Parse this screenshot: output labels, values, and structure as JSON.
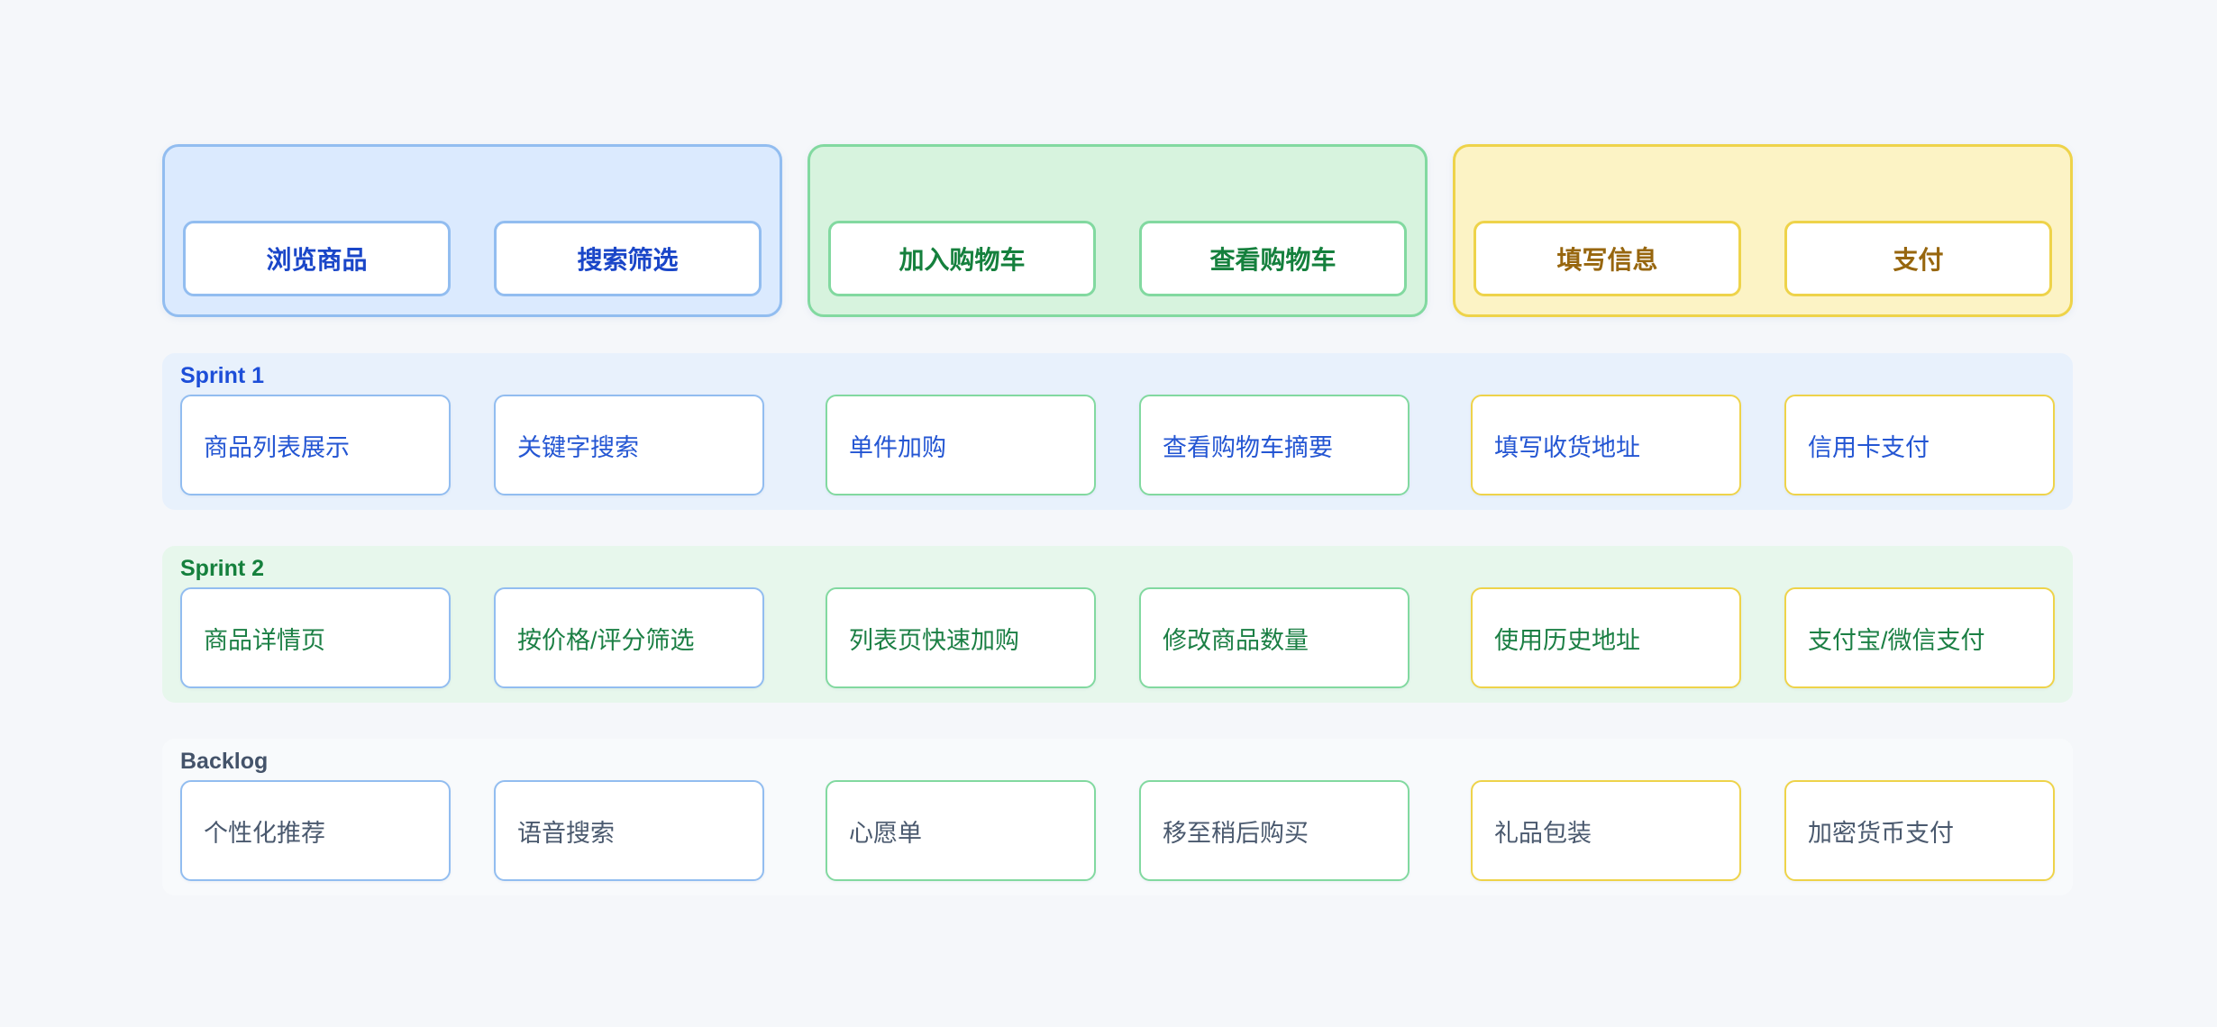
{
  "activities": [
    {
      "theme": "blue",
      "steps": [
        {
          "label": "浏览商品"
        },
        {
          "label": "搜索筛选"
        }
      ]
    },
    {
      "theme": "green",
      "steps": [
        {
          "label": "加入购物车"
        },
        {
          "label": "查看购物车"
        }
      ]
    },
    {
      "theme": "yellow",
      "steps": [
        {
          "label": "填写信息"
        },
        {
          "label": "支付"
        }
      ]
    }
  ],
  "rows": [
    {
      "label": "Sprint 1",
      "theme": "blue",
      "cards": [
        {
          "text": "商品列表展示",
          "column": "blue"
        },
        {
          "text": "关键字搜索",
          "column": "blue"
        },
        {
          "text": "单件加购",
          "column": "green"
        },
        {
          "text": "查看购物车摘要",
          "column": "green"
        },
        {
          "text": "填写收货地址",
          "column": "yellow"
        },
        {
          "text": "信用卡支付",
          "column": "yellow"
        }
      ]
    },
    {
      "label": "Sprint 2",
      "theme": "green",
      "cards": [
        {
          "text": "商品详情页",
          "column": "blue"
        },
        {
          "text": "按价格/评分筛选",
          "column": "blue"
        },
        {
          "text": "列表页快速加购",
          "column": "green"
        },
        {
          "text": "修改商品数量",
          "column": "green"
        },
        {
          "text": "使用历史地址",
          "column": "yellow"
        },
        {
          "text": "支付宝/微信支付",
          "column": "yellow"
        }
      ]
    },
    {
      "label": "Backlog",
      "theme": "slate",
      "cards": [
        {
          "text": "个性化推荐",
          "column": "blue"
        },
        {
          "text": "语音搜索",
          "column": "blue"
        },
        {
          "text": "心愿单",
          "column": "green"
        },
        {
          "text": "移至稍后购买",
          "column": "green"
        },
        {
          "text": "礼品包装",
          "column": "yellow"
        },
        {
          "text": "加密货币支付",
          "column": "yellow"
        }
      ]
    }
  ],
  "colors": {
    "page_bg": "#f5f7fa",
    "blue": {
      "group_bg": "#dbeafe",
      "border": "#92bdf0",
      "text": "#1a46c8",
      "row_bg": "#e8f1fc",
      "row_label": "#1d4ed8",
      "card_text": "#2456d3"
    },
    "green": {
      "group_bg": "#d7f3de",
      "border": "#82d9a0",
      "text": "#15803d",
      "row_bg": "#e7f7ec",
      "row_label": "#15803d",
      "card_text": "#1b7f44"
    },
    "yellow": {
      "group_bg": "#fcf3c5",
      "border": "#eed34a",
      "text": "#97660e"
    },
    "slate": {
      "row_bg": "#f8fafc",
      "row_label": "#44536a",
      "card_text": "#4a596e"
    }
  }
}
